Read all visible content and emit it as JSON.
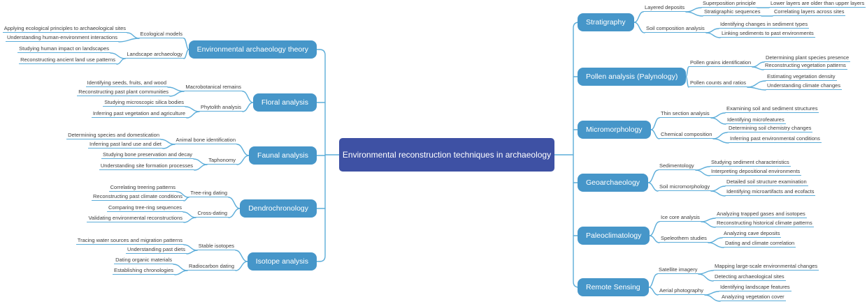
{
  "root": {
    "label": "Environmental reconstruction techniques in archaeology"
  },
  "colors": {
    "root_bg": "#3e51a4",
    "topic_bg": "#4696c9",
    "wire": "#5cadd9"
  },
  "left": [
    {
      "label": "Environmental archaeology theory",
      "children": [
        {
          "label": "Ecological models",
          "children": [
            {
              "label": "Applying ecological principles to archaeological sites"
            },
            {
              "label": "Understanding human-environment interactions"
            }
          ]
        },
        {
          "label": "Landscape archaeology",
          "children": [
            {
              "label": "Studying human impact on landscapes"
            },
            {
              "label": "Reconstructing ancient land use patterns"
            }
          ]
        }
      ]
    },
    {
      "label": "Floral analysis",
      "children": [
        {
          "label": "Macrobotanical remains",
          "children": [
            {
              "label": "Identifying seeds, fruits, and wood"
            },
            {
              "label": "Reconstructing past plant communities"
            }
          ]
        },
        {
          "label": "Phytolith analysis",
          "children": [
            {
              "label": "Studying microscopic silica bodies"
            },
            {
              "label": "Inferring past vegetation and agriculture"
            }
          ]
        }
      ]
    },
    {
      "label": "Faunal analysis",
      "children": [
        {
          "label": "Animal bone identification",
          "children": [
            {
              "label": "Determining species and domestication"
            },
            {
              "label": "Inferring past land use and diet"
            }
          ]
        },
        {
          "label": "Taphonomy",
          "children": [
            {
              "label": "Studying bone preservation and decay"
            },
            {
              "label": "Understanding site formation processes"
            }
          ]
        }
      ]
    },
    {
      "label": "Dendrochronology",
      "children": [
        {
          "label": "Tree-ring dating",
          "children": [
            {
              "label": "Correlating treering patterns"
            },
            {
              "label": "Reconstructing past climate conditions"
            }
          ]
        },
        {
          "label": "Cross-dating",
          "children": [
            {
              "label": "Comparing tree-ring sequences"
            },
            {
              "label": "Validating environmental reconstructions"
            }
          ]
        }
      ]
    },
    {
      "label": "Isotope analysis",
      "children": [
        {
          "label": "Stable isotopes",
          "children": [
            {
              "label": "Tracing water sources and migration patterns"
            },
            {
              "label": "Understanding past diets"
            }
          ]
        },
        {
          "label": "Radiocarbon dating",
          "children": [
            {
              "label": "Dating organic materials"
            },
            {
              "label": "Establishing chronologies"
            }
          ]
        }
      ]
    }
  ],
  "right": [
    {
      "label": "Stratigraphy",
      "children": [
        {
          "label": "Layered deposits",
          "children": [
            {
              "label": "Superposition principle",
              "children": [
                {
                  "label": "Lower layers are older than upper layers"
                }
              ]
            },
            {
              "label": "Stratigraphic sequences",
              "children": [
                {
                  "label": "Correlating layers across sites"
                }
              ]
            }
          ]
        },
        {
          "label": "Soil composition analysis",
          "children": [
            {
              "label": "Identifying changes in sediment types"
            },
            {
              "label": "Linking sediments to past environments"
            }
          ]
        }
      ]
    },
    {
      "label": "Pollen analysis (Palynology)",
      "children": [
        {
          "label": "Pollen grains identification",
          "children": [
            {
              "label": "Determining plant species presence"
            },
            {
              "label": "Reconstructing vegetation patterns"
            }
          ]
        },
        {
          "label": "Pollen counts and ratios",
          "children": [
            {
              "label": "Estimating vegetation density"
            },
            {
              "label": "Understanding climate changes"
            }
          ]
        }
      ]
    },
    {
      "label": "Micromorphology",
      "children": [
        {
          "label": "Thin section analysis",
          "children": [
            {
              "label": "Examining soil and sediment structures"
            },
            {
              "label": "Identifying microfeatures"
            }
          ]
        },
        {
          "label": "Chemical composition",
          "children": [
            {
              "label": "Determining soil chemistry changes"
            },
            {
              "label": "Inferring past environmental conditions"
            }
          ]
        }
      ]
    },
    {
      "label": "Geoarchaeology",
      "children": [
        {
          "label": "Sedimentology",
          "children": [
            {
              "label": "Studying sediment characteristics"
            },
            {
              "label": "Interpreting depositional environments"
            }
          ]
        },
        {
          "label": "Soil micromorphology",
          "children": [
            {
              "label": "Detailed soil structure examination"
            },
            {
              "label": "Identifying microartifacts and ecofacts"
            }
          ]
        }
      ]
    },
    {
      "label": "Paleoclimatology",
      "children": [
        {
          "label": "Ice core analysis",
          "children": [
            {
              "label": "Analyzing trapped gases and isotopes"
            },
            {
              "label": "Reconstructing historical climate patterns"
            }
          ]
        },
        {
          "label": "Speleothem studies",
          "children": [
            {
              "label": "Analyzing cave deposits"
            },
            {
              "label": "Dating and climate correlation"
            }
          ]
        }
      ]
    },
    {
      "label": "Remote Sensing",
      "children": [
        {
          "label": "Satellite imagery",
          "children": [
            {
              "label": "Mapping large-scale environmental changes"
            },
            {
              "label": "Detecting archaeological sites"
            }
          ]
        },
        {
          "label": "Aerial photography",
          "children": [
            {
              "label": "Identifying landscape features"
            },
            {
              "label": "Analyzing vegetation cover"
            }
          ]
        }
      ]
    }
  ]
}
